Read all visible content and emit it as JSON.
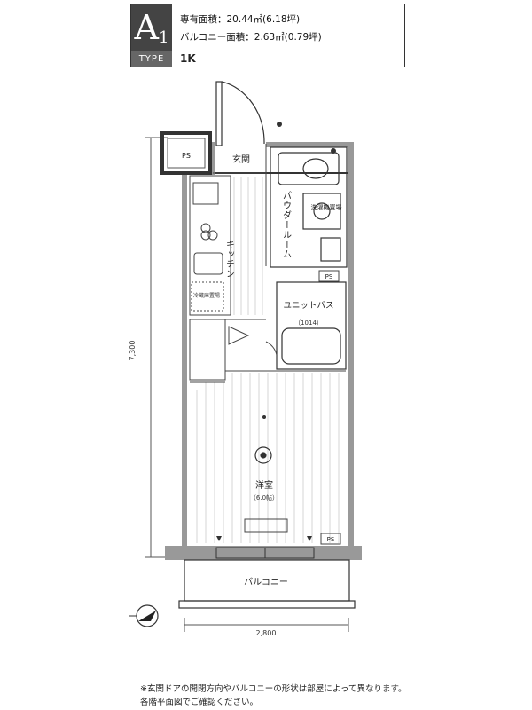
{
  "header": {
    "type_code": "A",
    "type_sub": "1",
    "exclusive_area": "専有面積：20.44㎡(6.18坪)",
    "balcony_area": "バルコニー面積：2.63㎡(0.79坪)",
    "type_label": "TYPE",
    "layout_type": "1K"
  },
  "rooms": {
    "entrance": "玄関",
    "kitchen": "キッチン",
    "powder_room": "パウダールーム",
    "washer_area": "洗濯機置場",
    "unit_bath": "ユニットバス",
    "unit_bath_size": "（1014）",
    "western_room": "洋室",
    "western_room_size": "（6.0帖）",
    "balcony": "バルコニー",
    "fridge_area": "冷蔵庫置場",
    "ps_label": "PS"
  },
  "dimensions": {
    "height": "7,300",
    "width": "2,800"
  },
  "notes": {
    "line1": "※玄関ドアの開閉方向やバルコニーの形状は部屋によって異なります。",
    "line2": "各階平面図でご確認ください。"
  }
}
